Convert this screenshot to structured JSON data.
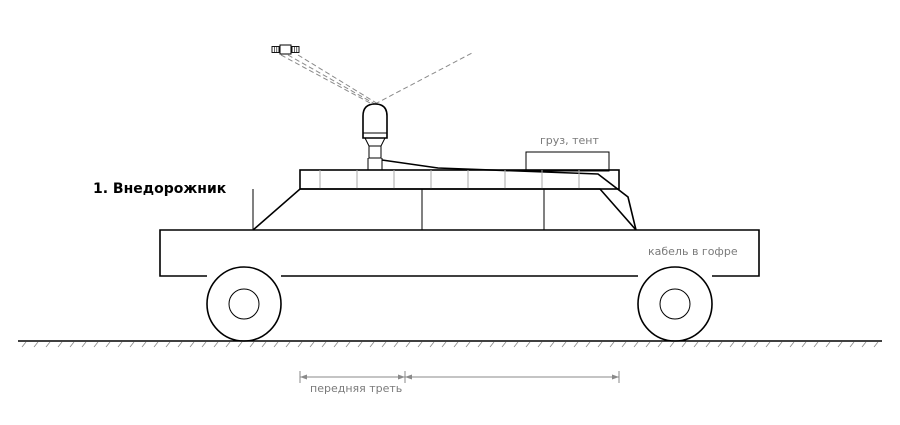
{
  "diagram": {
    "title": "1. Внедорожник",
    "labels": {
      "cargo": "груз, тент",
      "cable": "кабель в гофре",
      "front_third": "передняя треть"
    }
  }
}
